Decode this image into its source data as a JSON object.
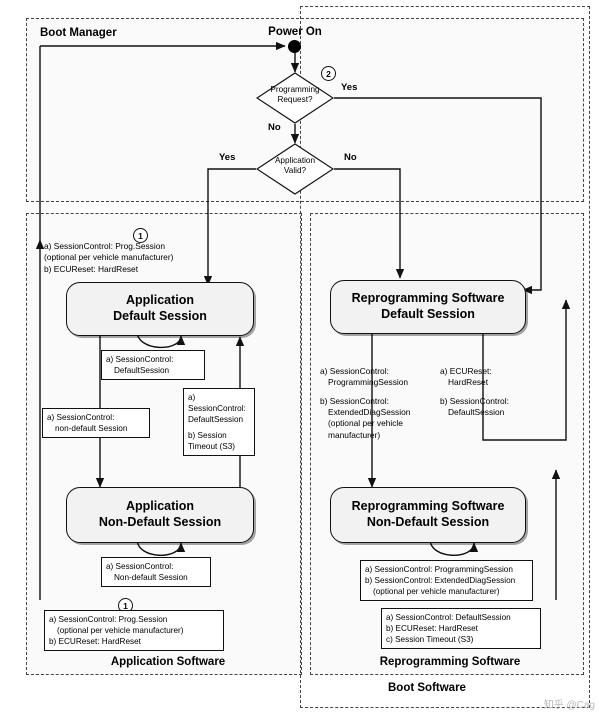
{
  "regions": {
    "boot_manager": "Boot Manager",
    "application_software": "Application Software",
    "reprogramming_software": "Reprogramming Software",
    "boot_software": "Boot Software"
  },
  "nodes": {
    "power_on": "Power On",
    "decision_programming": "Programming\nRequest?",
    "decision_programming_line1": "Programming",
    "decision_programming_line2": "Request?",
    "decision_application_line1": "Application",
    "decision_application_line2": "Valid?",
    "app_default_line1": "Application",
    "app_default_line2": "Default Session",
    "app_nondefault_line1": "Application",
    "app_nondefault_line2": "Non-Default Session",
    "repro_default_line1": "Reprogramming Software",
    "repro_default_line2": "Default Session",
    "repro_nondefault_line1": "Reprogramming Software",
    "repro_nondefault_line2": "Non-Default Session"
  },
  "edge_labels": {
    "yes_top": "Yes",
    "no_top": "No",
    "yes_app": "Yes",
    "no_app": "No"
  },
  "markers": {
    "one_a": "1",
    "one_b": "1",
    "two": "2"
  },
  "notes": {
    "app_entry": {
      "a": "a) SessionControl: Prog.Session",
      "a2": "(optional per vehicle manufacturer)",
      "b": "b) ECUReset: HardReset"
    },
    "app_self_default": {
      "a": "a) SessionControl:",
      "a2": "DefaultSession"
    },
    "app_to_nondefault": {
      "a": "a) SessionControl:",
      "a2": "non-default Session"
    },
    "app_back_default": {
      "a": "a)",
      "a2": "SessionControl:",
      "a3": "DefaultSession",
      "b": "b) Session",
      "b2": "Timeout (S3)"
    },
    "app_self_nondefault": {
      "a": "a) SessionControl:",
      "a2": "Non-default Session"
    },
    "app_exit": {
      "a": "a) SessionControl: Prog.Session",
      "a2": "(optional per vehicle manufacturer)",
      "b": "b) ECUReset: HardReset"
    },
    "repro_to_nondefault": {
      "a": "a) SessionControl:",
      "a2": "ProgrammingSession",
      "b": "b) SessionControl:",
      "b2": "ExtendedDiagSession",
      "b3": "(optional per vehicle",
      "b4": "manufacturer)"
    },
    "repro_reset": {
      "a": "a) ECUReset:",
      "a2": "HardReset",
      "b": "b) SessionControl:",
      "b2": "DefaultSession"
    },
    "repro_self_nondefault": {
      "a": "a) SessionControl: ProgrammingSession",
      "b": "b) SessionControl: ExtendedDiagSession",
      "b2": "(optional per vehicle manufacturer)"
    },
    "repro_exit": {
      "a": "a) SessionControl: DefaultSession",
      "b": "b) ECUReset: HardReset",
      "c": "c) Session Timeout (S3)"
    }
  },
  "watermark": "知乎 @Cag"
}
